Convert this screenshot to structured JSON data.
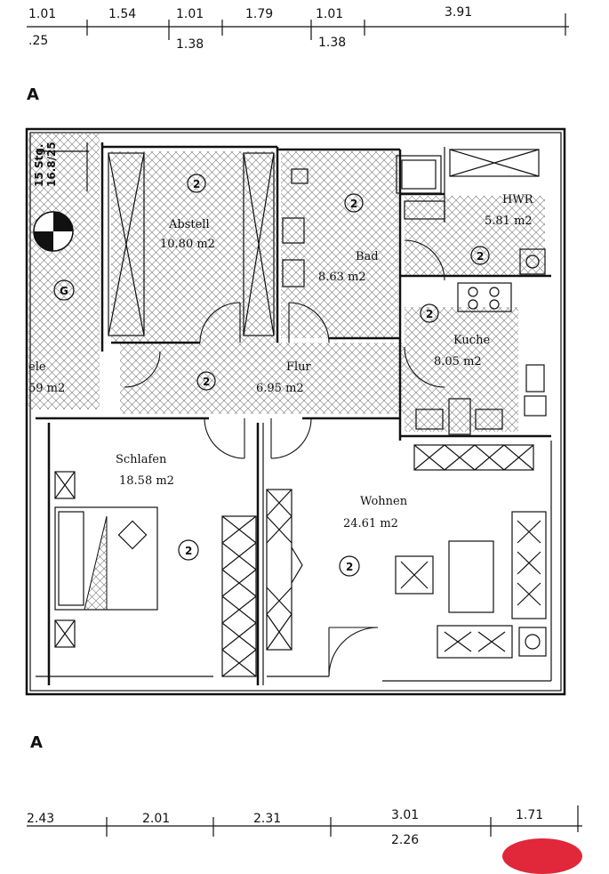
{
  "dimensions": {
    "top_upper": [
      "1.01",
      "1.54",
      "1.01",
      "1.79",
      "1.01",
      "3.91"
    ],
    "top_lower": [
      ".25",
      "1.38",
      "1.38"
    ],
    "bottom_upper": [
      "2.43",
      "2.01",
      "2.31",
      "3.01",
      "1.71"
    ],
    "bottom_lower": [
      "2.26"
    ]
  },
  "section_marks": [
    "A",
    "A"
  ],
  "rooms": [
    {
      "name": "Abstell",
      "area": "10.80 m2"
    },
    {
      "name": "Bad",
      "area": "8.63 m2"
    },
    {
      "name": "HWR",
      "area": "5.81 m2"
    },
    {
      "name": "Kuche",
      "area": "8.05 m2"
    },
    {
      "name": "Flur",
      "area": "6.95 m2"
    },
    {
      "name": "Schlafen",
      "area": "18.58 m2"
    },
    {
      "name": "Wohnen",
      "area": "24.61 m2"
    },
    {
      "name": "ele",
      "area": "59 m2"
    }
  ],
  "floor_marks": [
    "2",
    "2",
    "2",
    "2",
    "2",
    "2",
    "2",
    "G"
  ],
  "stair_text": [
    "15 Stg.",
    "16.8/25"
  ],
  "colors": {
    "ink": "#111111",
    "paper": "#ffffff",
    "badge": "#e0283a"
  }
}
